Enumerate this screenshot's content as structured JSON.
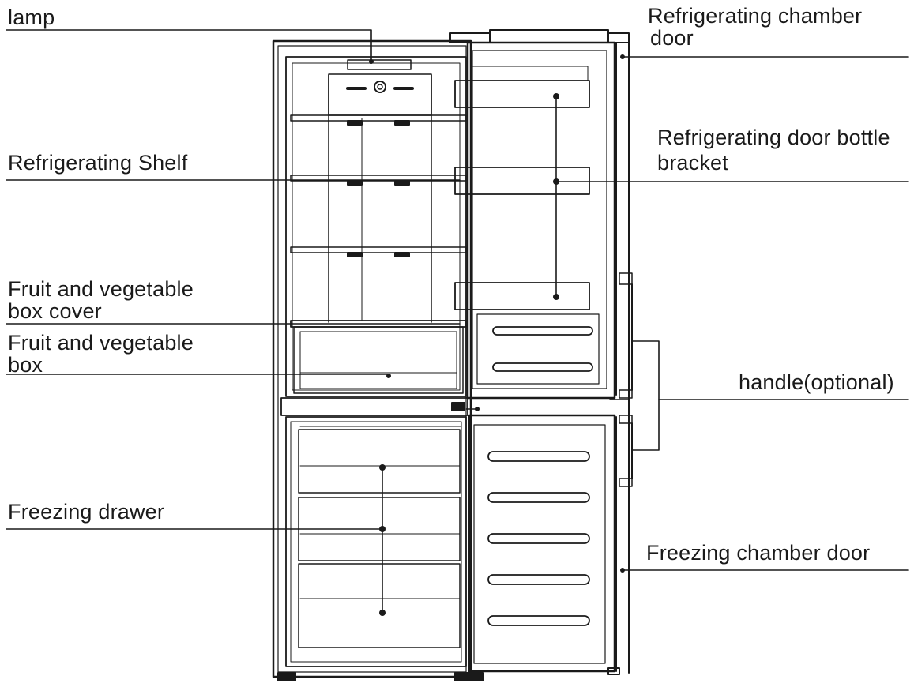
{
  "labels": {
    "lamp": "lamp",
    "refrigerating_shelf": "Refrigerating Shelf",
    "fruit_veg_box_cover": [
      "Fruit and vegetable",
      "box cover"
    ],
    "fruit_veg_box": [
      "Fruit and vegetable",
      "box"
    ],
    "freezing_drawer": "Freezing drawer",
    "refrigerating_chamber_door": [
      "Refrigerating chamber",
      "door"
    ],
    "refrigerating_door_bottle_bracket": [
      "Refrigerating door bottle",
      "bracket"
    ],
    "handle_optional": "handle(optional)",
    "freezing_chamber_door": "Freezing chamber door"
  },
  "colors": {
    "line": "#1a1a1a",
    "background": "#ffffff"
  }
}
